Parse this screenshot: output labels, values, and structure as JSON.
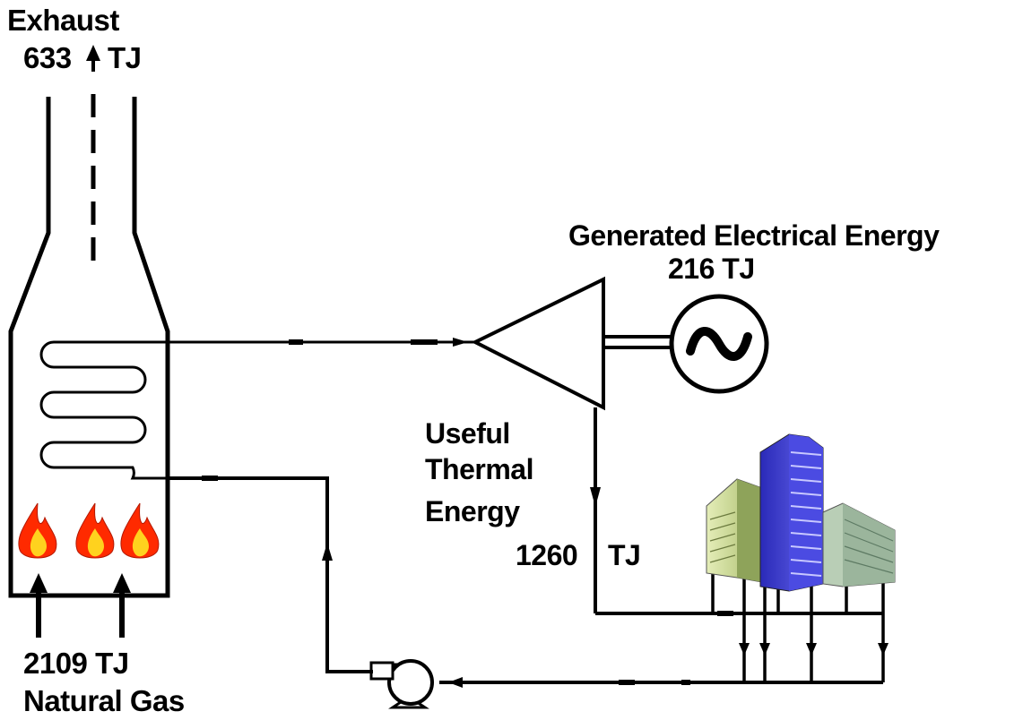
{
  "exhaust": {
    "label": "Exhaust",
    "value": "633",
    "unit": "TJ"
  },
  "natural_gas": {
    "value_text": "2109 TJ",
    "label": "Natural Gas"
  },
  "electrical": {
    "label": "Generated Electrical Energy",
    "value_text": "216 TJ"
  },
  "thermal": {
    "line1": "Useful",
    "line2": "Thermal",
    "line3": "Energy",
    "value": "1260",
    "unit": "TJ"
  },
  "generator_symbol": "~",
  "colors": {
    "line": "#000000",
    "flame_outer": "#ff2a00",
    "flame_inner": "#ffd21e",
    "building_blue": "#3a3ad6",
    "building_green": "#c9d99a",
    "building_grey": "#aac3ad"
  },
  "icons": [
    "flame-icon",
    "turbine-icon",
    "generator-icon",
    "pump-icon",
    "buildings-icon"
  ]
}
